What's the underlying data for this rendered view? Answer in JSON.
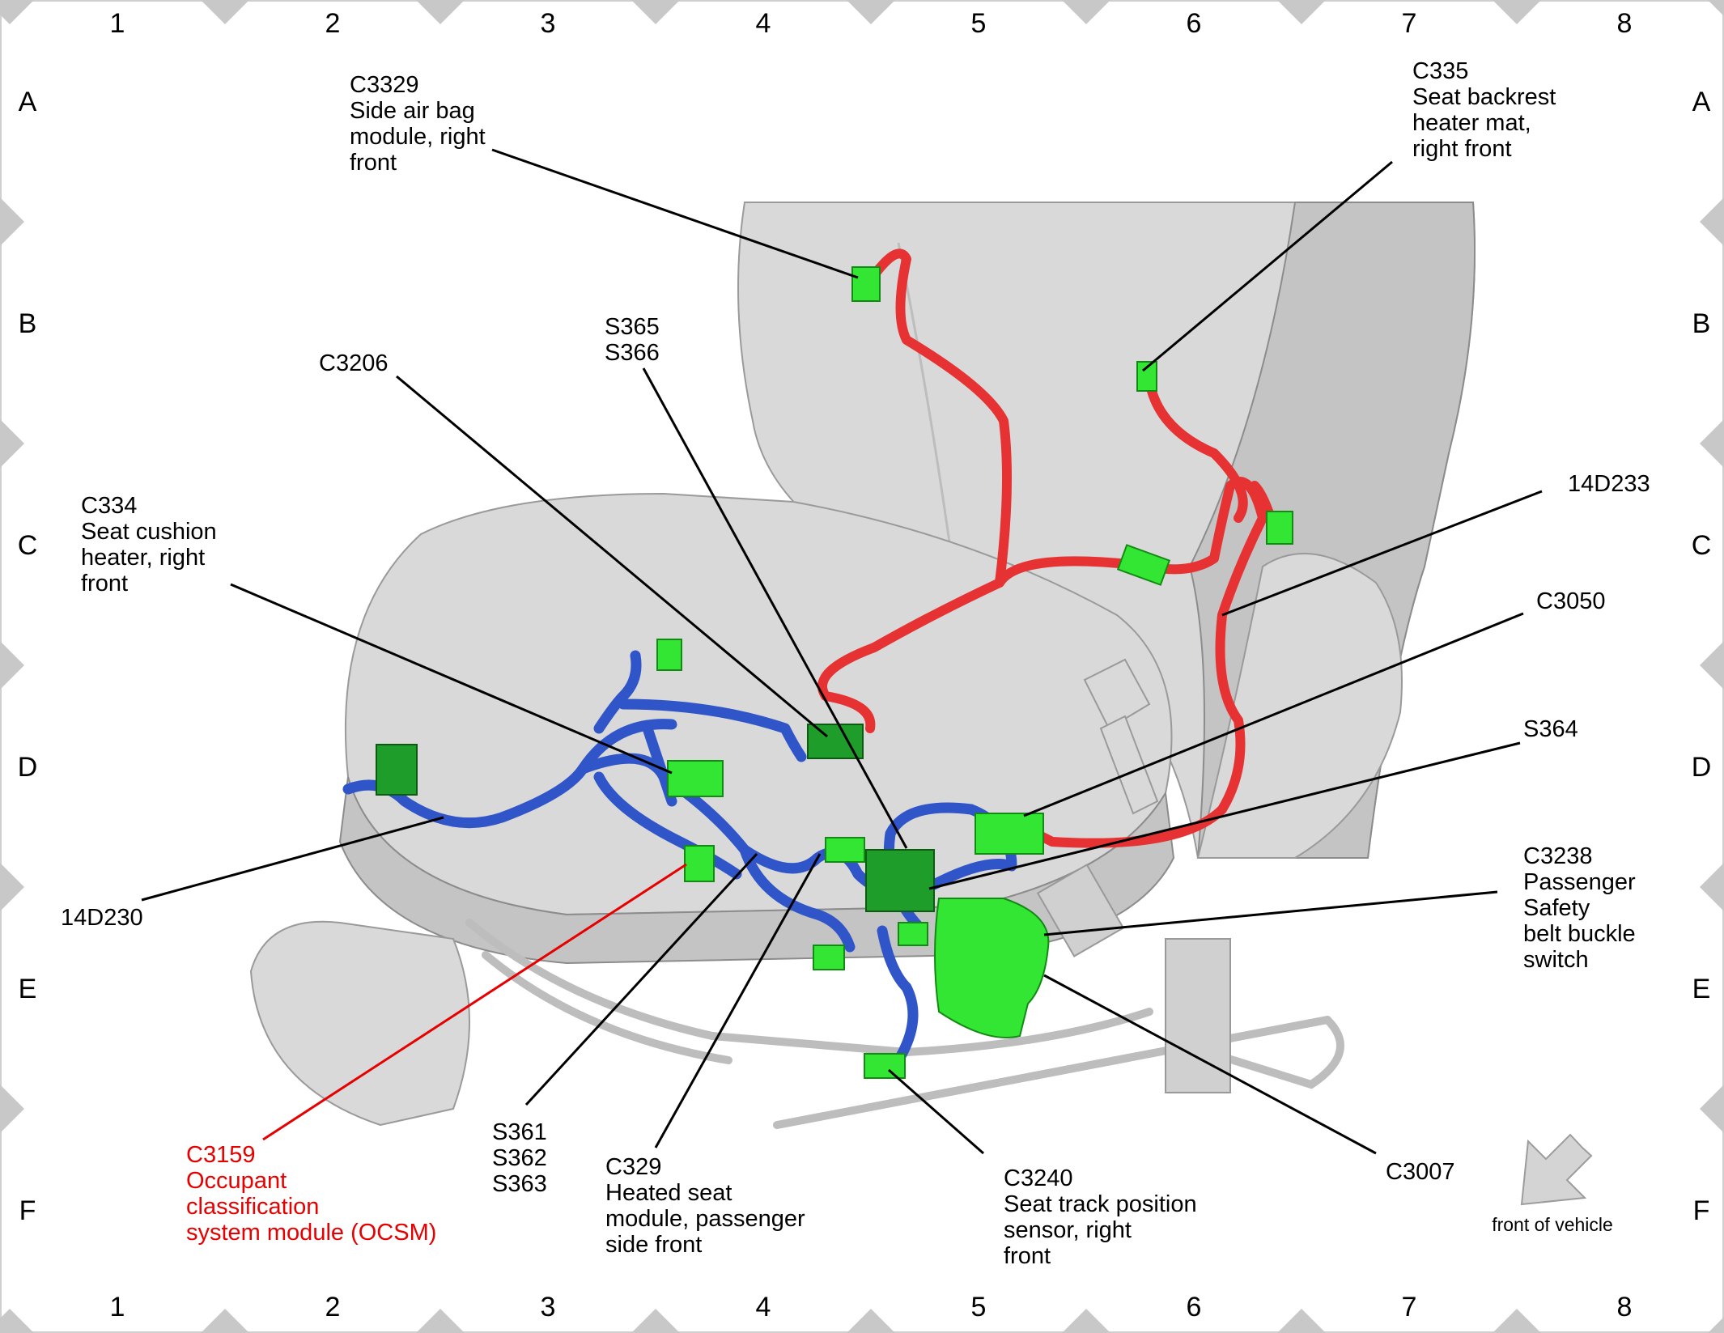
{
  "grid": {
    "columns": [
      "1",
      "2",
      "3",
      "4",
      "5",
      "6",
      "7",
      "8"
    ],
    "rows": [
      "A",
      "B",
      "C",
      "D",
      "E",
      "F"
    ]
  },
  "callouts": {
    "c3329": [
      "C3329",
      "Side air bag",
      "module, right",
      "front"
    ],
    "c335": [
      "C335",
      "Seat backrest",
      "heater mat,",
      "right front"
    ],
    "c3206": [
      "C3206"
    ],
    "s365": [
      "S365",
      "S366"
    ],
    "c334": [
      "C334",
      "Seat cushion",
      "heater, right",
      "front"
    ],
    "d14d233": [
      "14D233"
    ],
    "c3050": [
      "C3050"
    ],
    "s364": [
      "S364"
    ],
    "c3238": [
      "C3238",
      "Passenger",
      "Safety",
      "belt buckle",
      "switch"
    ],
    "d14d230": [
      "14D230"
    ],
    "c3007": [
      "C3007"
    ],
    "c3159": [
      "C3159",
      "Occupant",
      "classification",
      "system module (OCSM)"
    ],
    "s361": [
      "S361",
      "S362",
      "S363"
    ],
    "c329": [
      "C329",
      "Heated seat",
      "module, passenger",
      "side front"
    ],
    "c3240": [
      "C3240",
      "Seat track position",
      "sensor, right",
      "front"
    ]
  },
  "orientation": {
    "label": "front of vehicle",
    "icon": "front-arrow-icon"
  },
  "colors": {
    "highlight_callout": "#e60000",
    "connector": "#33e633",
    "harness_seatback": "#e63232",
    "harness_cushion": "#2f55c8"
  }
}
